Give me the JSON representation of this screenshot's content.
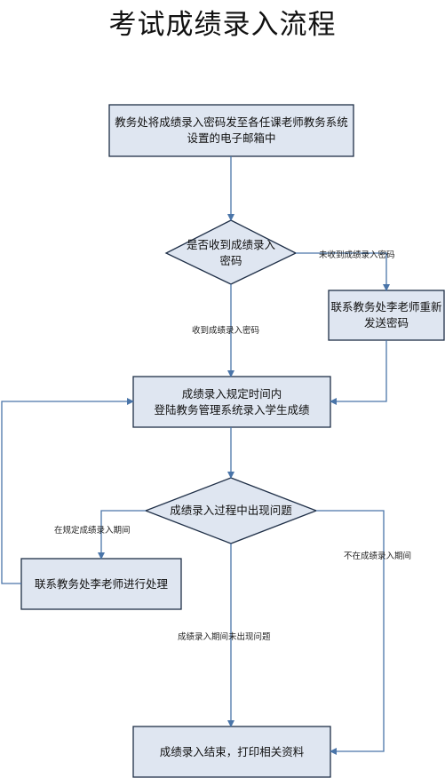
{
  "title": "考试成绩录入流程",
  "colors": {
    "box_fill": "#dfe6f1",
    "box_stroke": "#1f2f47",
    "arrow": "#4a75a9"
  },
  "nodes": {
    "send_password": "教务处将成绩录入密码发至各任课老师教务系统设置的电子邮箱中",
    "received_decision": "是否收到成绩录入密码",
    "contact_resend": "联系教务处李老师重新发送密码",
    "login_enter": [
      "成绩录入规定时间内",
      "登陆教务管理系统录入学生成绩"
    ],
    "problem_decision": "成绩录入过程中出现问题",
    "contact_handle": "联系教务处李老师进行处理",
    "finish_print": "成绩录入结束，打印相关资料"
  },
  "edges": {
    "not_received": "未收到成绩录入密码",
    "received": "收到成绩录入密码",
    "within_period": "在规定成绩录入期间",
    "not_in_period": "不在成绩录入期间",
    "no_problem": "成绩录入期间未出现问题"
  }
}
